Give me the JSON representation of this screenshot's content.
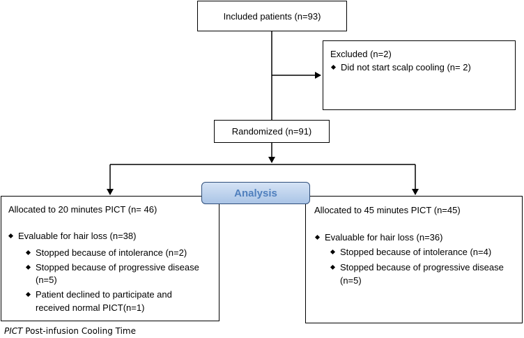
{
  "included": {
    "label": "Included patients (n=93)"
  },
  "excluded": {
    "title": "Excluded  (n=2)",
    "items": [
      "Did not start scalp cooling (n= 2)"
    ]
  },
  "randomized": {
    "label": "Randomized (n=91)"
  },
  "analysis": {
    "label": "Analysis"
  },
  "arm_20": {
    "title": "Allocated to 20 minutes PICT (n= 46)",
    "evaluable": "Evaluable for hair loss (n=38)",
    "sub_items": [
      "Stopped because of intolerance (n=2)",
      "Stopped because of progressive disease",
      "(n=5)",
      "Patient declined to participate and",
      "received normal PICT(n=1)"
    ]
  },
  "arm_45": {
    "title": "Allocated to 45 minutes PICT (n=45)",
    "evaluable": "Evaluable for hair loss (n=36)",
    "sub_items": [
      "Stopped because of intolerance (n=4)",
      "Stopped because of progressive disease",
      "(n=5)"
    ]
  },
  "footnote": {
    "abbr": "PICT",
    "text": " Post-infusion Cooling Time"
  }
}
